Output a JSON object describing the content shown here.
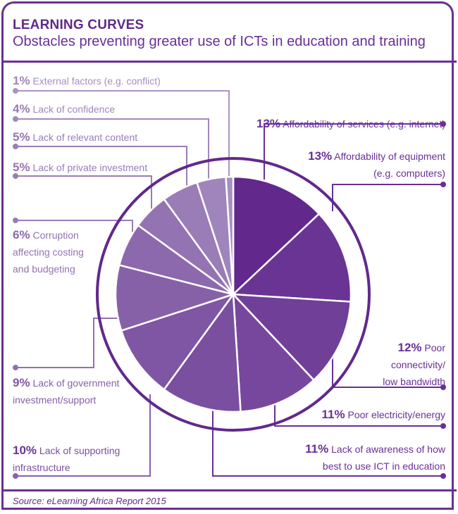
{
  "header": {
    "title": "LEARNING CURVES",
    "subtitle": "Obstacles preventing greater use of ICTs in education and training"
  },
  "footer": {
    "source": "Source: eLearning Africa Report 2015"
  },
  "chart_data": {
    "type": "pie",
    "title": "LEARNING CURVES",
    "subtitle": "Obstacles preventing greater use of ICTs in education and training",
    "unit": "%",
    "direction": "clockwise from top",
    "slices": [
      {
        "label": "Affordability of services (e.g. internet)",
        "value": 13,
        "pct_label": "13%",
        "color": "#62288c"
      },
      {
        "label": "Affordability of equipment (e.g. computers)",
        "value": 13,
        "pct_label": "13%",
        "color": "#6a3494"
      },
      {
        "label": "Poor connectivity/ low bandwidth",
        "value": 12,
        "pct_label": "12%",
        "color": "#703f98"
      },
      {
        "label": "Poor electricity/energy",
        "value": 11,
        "pct_label": "11%",
        "color": "#77479d"
      },
      {
        "label": "Lack of awareness of how best to use ICT in education",
        "value": 11,
        "pct_label": "11%",
        "color": "#7a4f9f"
      },
      {
        "label": "Lack of supporting infrastructure",
        "value": 10,
        "pct_label": "10%",
        "color": "#7f56a3"
      },
      {
        "label": "Lack of government investment/support",
        "value": 9,
        "pct_label": "9%",
        "color": "#8661a8"
      },
      {
        "label": "Corruption affecting costing and budgeting",
        "value": 6,
        "pct_label": "6%",
        "color": "#8c69ad"
      },
      {
        "label": "Lack of private investment",
        "value": 5,
        "pct_label": "5%",
        "color": "#9473b3"
      },
      {
        "label": "Lack of relevant content",
        "value": 5,
        "pct_label": "5%",
        "color": "#9a7cb7"
      },
      {
        "label": "Lack of confidence",
        "value": 4,
        "pct_label": "4%",
        "color": "#a085bc"
      },
      {
        "label": "External factors (e.g. conflict)",
        "value": 1,
        "pct_label": "1%",
        "color": "#a78ec1"
      }
    ]
  },
  "labels": [
    {
      "pct": "13%",
      "lines": [
        "Affordability of services (e.g. internet)"
      ]
    },
    {
      "pct": "13%",
      "lines": [
        "Affordability of equipment",
        "(e.g. computers)"
      ]
    },
    {
      "pct": "12%",
      "lines": [
        "Poor",
        "connectivity/",
        "low bandwidth"
      ]
    },
    {
      "pct": "11%",
      "lines": [
        "Poor electricity/energy"
      ]
    },
    {
      "pct": "11%",
      "lines": [
        "Lack of awareness of how",
        "best to use ICT in education"
      ]
    },
    {
      "pct": "10%",
      "lines": [
        "Lack of supporting",
        "infrastructure"
      ]
    },
    {
      "pct": "9%",
      "lines": [
        "Lack of government",
        "investment/support"
      ]
    },
    {
      "pct": "6%",
      "lines": [
        "Corruption",
        "affecting costing",
        "and budgeting"
      ]
    },
    {
      "pct": "5%",
      "lines": [
        "Lack of private investment"
      ]
    },
    {
      "pct": "5%",
      "lines": [
        "Lack of relevant content"
      ]
    },
    {
      "pct": "4%",
      "lines": [
        "Lack of confidence"
      ]
    },
    {
      "pct": "1%",
      "lines": [
        "External factors (e.g. conflict)"
      ]
    }
  ],
  "colors": {
    "frame": "#6a2f96",
    "ring": "#62288c",
    "text_dark": "#5e2a88",
    "text_light": "#9a7cb7"
  }
}
